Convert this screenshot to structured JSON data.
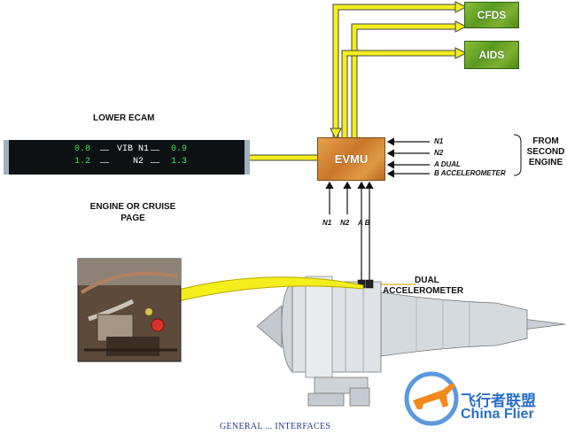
{
  "boxes": {
    "cfds": "CFDS",
    "aids": "AIDS",
    "evmu": "EVMU"
  },
  "ecam": {
    "title": "LOWER ECAM",
    "caption_line1": "ENGINE OR CRUISE",
    "caption_line2": "PAGE",
    "n1_left": "0.8",
    "n2_left": "1.2",
    "vib_n1_label": "VIB N1",
    "n2_label": "N2",
    "n1_right": "0.9",
    "n2_right": "1.3"
  },
  "inputs_right": {
    "n1": "N1",
    "n2": "N2",
    "a_dual": "A DUAL",
    "b_accel": "B ACCELEROMETER",
    "from_second_engine": [
      "FROM",
      "SECOND",
      "ENGINE"
    ]
  },
  "inputs_bottom": {
    "n1": "N1",
    "n2": "N2",
    "ab": "A B"
  },
  "engine": {
    "dual_accel_line1": "DUAL",
    "dual_accel_line2": "ACCELEROMETER"
  },
  "footer": "GENERAL ... INTERFACES",
  "watermark": {
    "cn": "飞行者联盟",
    "en": "China Flier"
  },
  "colors": {
    "bus_yellow": "#f3ee1c",
    "evmu_orange": "#d3852f",
    "box_green": "#6aa52a",
    "ecam_green": "#33e04a"
  }
}
